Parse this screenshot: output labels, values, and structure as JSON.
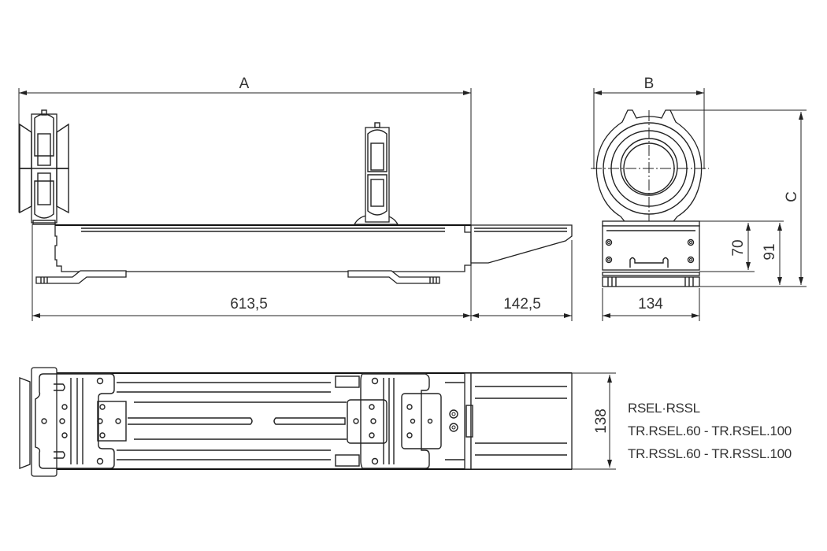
{
  "drawing": {
    "views": {
      "side_view": {
        "dimensions": {
          "A": "A",
          "length_main": "613,5",
          "length_extension": "142,5"
        }
      },
      "end_view": {
        "dimensions": {
          "B": "B",
          "C": "C",
          "height_70": "70",
          "height_91": "91",
          "width_134": "134"
        }
      },
      "top_view": {
        "dimensions": {
          "width_138": "138"
        }
      }
    },
    "caption": {
      "line1": "RSEL·RSSL",
      "line2": "TR.RSEL.60 - TR.RSEL.100",
      "line3": "TR.RSSL.60 - TR.RSSL.100"
    },
    "colors": {
      "line": "#222222",
      "text": "#333333",
      "background": "#ffffff"
    }
  }
}
